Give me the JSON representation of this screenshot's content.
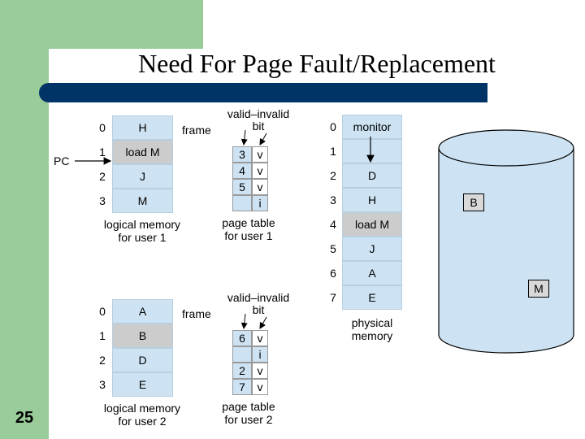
{
  "slide": {
    "title": "Need For Page Fault/Replacement",
    "number": "25"
  },
  "colors": {
    "green": "#99cc99",
    "navy_bar": "#003366",
    "cell_blue": "#cde3f3",
    "cell_gray": "#cccccc",
    "disk": "#cde3f3"
  },
  "user1": {
    "indices": [
      "0",
      "1",
      "2",
      "3"
    ],
    "cells": [
      "H",
      "load M",
      "J",
      "M"
    ],
    "caption_line1": "logical memory",
    "caption_line2": "for user 1",
    "pc_label": "PC",
    "frame_label": "frame",
    "valid_label_line1": "valid–invalid",
    "valid_label_line2": "bit",
    "table_frames": [
      "3",
      "4",
      "5",
      ""
    ],
    "table_bits": [
      "v",
      "v",
      "v",
      "i"
    ],
    "table_caption_line1": "page table",
    "table_caption_line2": "for user 1"
  },
  "user2": {
    "indices": [
      "0",
      "1",
      "2",
      "3"
    ],
    "cells": [
      "A",
      "B",
      "D",
      "E"
    ],
    "caption_line1": "logical memory",
    "caption_line2": "for user 2",
    "frame_label": "frame",
    "valid_label_line1": "valid–invalid",
    "valid_label_line2": "bit",
    "table_frames": [
      "6",
      "",
      "2",
      "7"
    ],
    "table_bits": [
      "v",
      "i",
      "v",
      "v"
    ],
    "table_caption_line1": "page table",
    "table_caption_line2": "for user 2"
  },
  "physical": {
    "indices": [
      "0",
      "1",
      "2",
      "3",
      "4",
      "5",
      "6",
      "7"
    ],
    "cells": [
      "monitor",
      "",
      "D",
      "H",
      "load M",
      "J",
      "A",
      "E"
    ],
    "caption_line1": "physical",
    "caption_line2": "memory"
  },
  "disk": {
    "items": [
      "B",
      "M"
    ]
  }
}
